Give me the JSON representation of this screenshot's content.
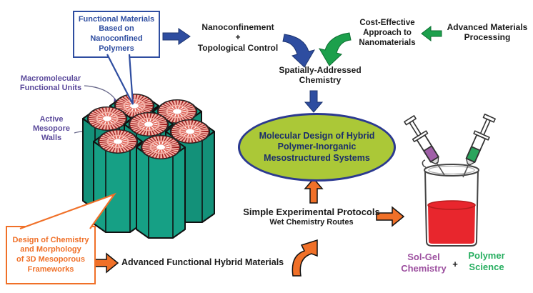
{
  "diagram": {
    "bubble_top": "Functional Materials\nBased on\nNanoconfined\nPolymers",
    "nanoconfinement": "Nanoconfinement\n+\nTopological Control",
    "cost_effective": "Cost-Effective\nApproach to\nNanomaterials",
    "advanced_processing": "Advanced Materials\nProcessing",
    "spatially_addressed": "Spatially-Addressed\nChemistry",
    "oval_title": "Molecular Design of Hybrid\nPolymer-Inorganic\nMesostructured Systems",
    "simple_protocols": "Simple Experimental Protocols",
    "wet_chemistry": "Wet Chemistry Routes",
    "advanced_hybrid": "Advanced Functional Hybrid Materials",
    "macromolecular": "Macromolecular\nFunctional Units",
    "active_mesopore": "Active\nMesopore\nWalls",
    "bubble_bottom": "Design of Chemistry\nand Morphology\nof 3D Mesoporous\nFrameworks",
    "sol_gel": "Sol-Gel\nChemistry",
    "plus": "+",
    "polymer_science": "Polymer\nScience"
  },
  "colors": {
    "arrow_blue": "#2e4da0",
    "arrow_green": "#1ca04c",
    "arrow_orange": "#f07028",
    "honeycomb_teal": "#17a287",
    "pore_pink": "#f6b3a8",
    "pore_red": "#e06a5e",
    "oval_fill": "#abc837",
    "oval_border": "#2b3990",
    "navy_text": "#1b2e6b",
    "purple_label": "#5b4a9b",
    "sol_gel_purple": "#9c4f9f",
    "polymer_green": "#27ae60",
    "beaker_liquid_red": "#e8262d"
  }
}
